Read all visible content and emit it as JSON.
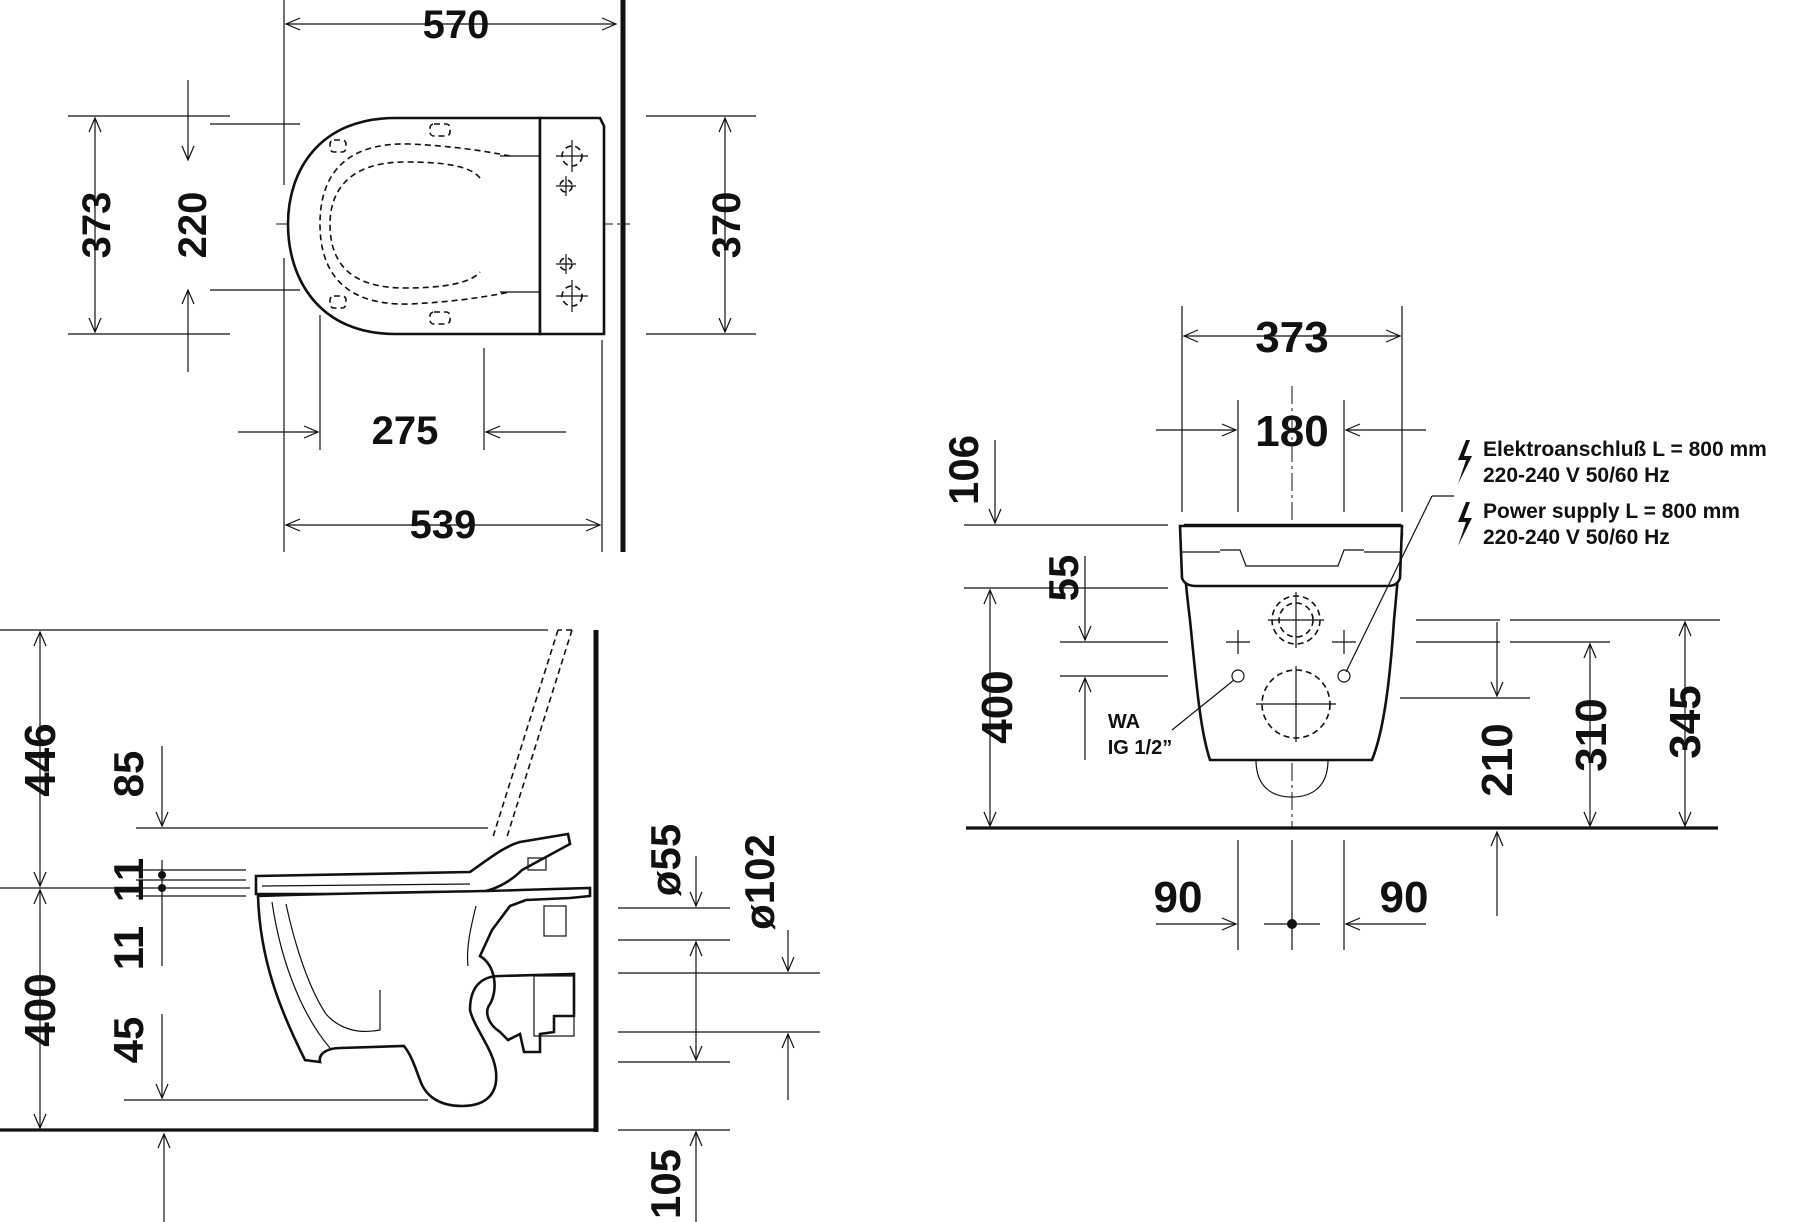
{
  "top_view": {
    "dim_570": "570",
    "dim_373": "373",
    "dim_220": "220",
    "dim_370": "370",
    "dim_275": "275",
    "dim_539": "539"
  },
  "front_view": {
    "dim_373": "373",
    "dim_180": "180",
    "dim_106": "106",
    "dim_55": "55",
    "dim_400": "400",
    "dim_210": "210",
    "dim_310": "310",
    "dim_345": "345",
    "dim_90_left": "90",
    "dim_90_right": "90",
    "wa_label": "WA",
    "wa_thread": "IG 1/2”",
    "power_de_line1": "Elektroanschluß L = 800 mm",
    "power_de_line2": "220-240 V  50/60 Hz",
    "power_en_line1": "Power supply L = 800 mm",
    "power_en_line2": "220-240 V  50/60 Hz"
  },
  "side_view": {
    "dim_446": "446",
    "dim_85": "85",
    "dim_11_top": "11",
    "dim_11_bottom": "11",
    "dim_400": "400",
    "dim_45": "45",
    "dim_d55": "ø55",
    "dim_d102": "ø102",
    "dim_105": "105"
  },
  "colors": {
    "ink": "#111111",
    "paper": "#ffffff"
  }
}
